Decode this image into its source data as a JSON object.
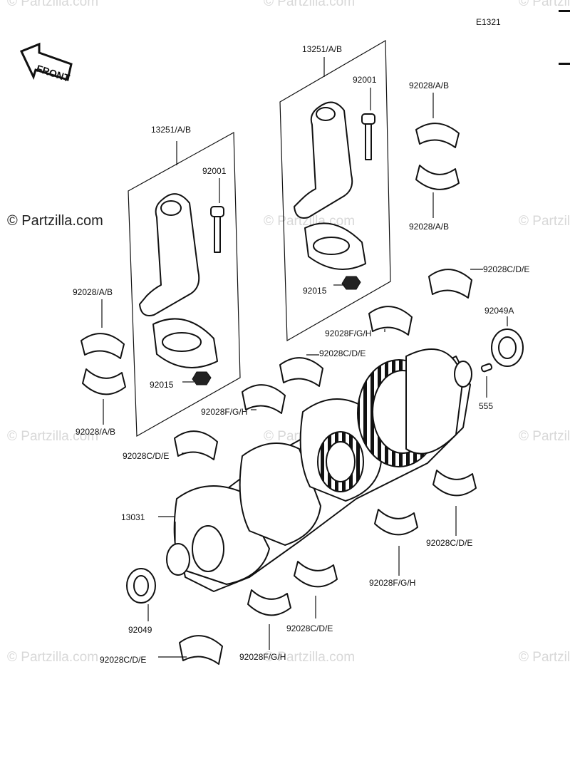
{
  "diagram_code": "E1321",
  "watermark": {
    "brand": "© Partzilla.com",
    "prominent": "© Partzilla.com"
  },
  "front_arrow": {
    "label": "FRONT",
    "icon": "front-arrow-icon"
  },
  "callouts": {
    "rod_right": "13251/A/B",
    "bolt_right": "92001",
    "nut_right": "92015",
    "rod_left": "13251/A/B",
    "bolt_left": "92001",
    "nut_left": "92015",
    "rod_brg_tr_top": "92028/A/B",
    "rod_brg_tr_bot": "92028/A/B",
    "rod_brg_l_top": "92028/A/B",
    "rod_brg_l_bot": "92028/A/B",
    "main_cde_1": "92028C/D/E",
    "main_fgh_1": "92028F/G/H",
    "main_cde_2": "92028C/D/E",
    "main_fgh_2": "92028F/G/H",
    "main_cde_3": "92028C/D/E",
    "seal_right": "92049A",
    "pin": "555",
    "crankshaft": "13031",
    "main_cde_4": "92028C/D/E",
    "main_fgh_3": "92028F/G/H",
    "seal_left": "92049",
    "main_cde_5": "92028C/D/E",
    "main_fgh_4": "92028F/G/H",
    "main_cde_6": "92028C/D/E"
  }
}
